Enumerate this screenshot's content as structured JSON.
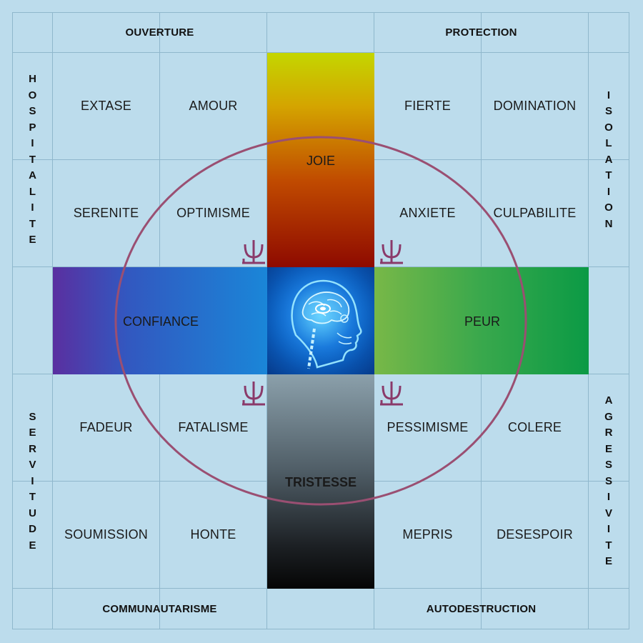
{
  "headers": {
    "top_left": "OUVERTURE",
    "top_right": "PROTECTION",
    "bottom_left": "COMMUNAUTARISME",
    "bottom_right": "AUTODESTRUCTION"
  },
  "side_labels": {
    "left_top": "HOSPITALITE",
    "right_top": "ISOLATION",
    "left_bottom": "SERVITUDE",
    "right_bottom": "AGRESSIVITE"
  },
  "emotions": {
    "r1c1": "EXTASE",
    "r1c2": "AMOUR",
    "r1c4": "FIERTE",
    "r1c5": "DOMINATION",
    "r2c1": "SERENITE",
    "r2c2": "OPTIMISME",
    "r2c4": "ANXIETE",
    "r2c5": "CULPABILITE",
    "r4c1": "FADEUR",
    "r4c2": "FATALISME",
    "r4c4": "PESSIMISME",
    "r4c5": "COLERE",
    "r5c1": "SOUMISSION",
    "r5c2": "HONTE",
    "r5c4": "MEPRIS",
    "r5c5": "DESESPOIR"
  },
  "axes": {
    "top": "JOIE",
    "bottom": "TRISTESSE",
    "left": "CONFIANCE",
    "right": "PEUR"
  },
  "center_icon": "brain-head-icon",
  "corner_symbol_icon": "psi-symbol-icon",
  "colors": {
    "background": "#bcdcec",
    "grid": "#8fb7cc",
    "circle": "#9a4f72",
    "symbol": "#8a3a6a"
  }
}
